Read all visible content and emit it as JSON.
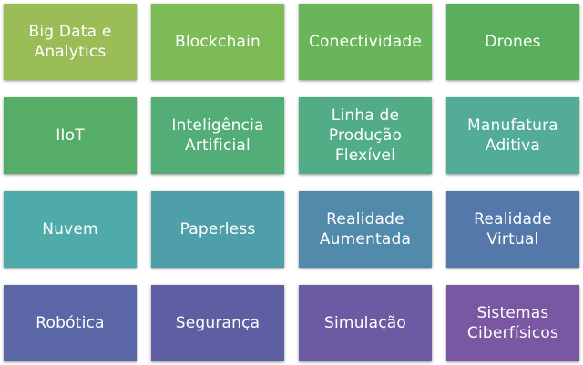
{
  "tiles": [
    {
      "label": "Big Data e\nAnalytics",
      "color": "#9bbd58"
    },
    {
      "label": "Blockchain",
      "color": "#7dbb58"
    },
    {
      "label": "Conectividade",
      "color": "#69b55a"
    },
    {
      "label": "Drones",
      "color": "#5aaf5c"
    },
    {
      "label": "IIoT",
      "color": "#55ad67"
    },
    {
      "label": "Inteligência\nArtificial",
      "color": "#52ad77"
    },
    {
      "label": "Linha de\nProdução\nFlexível",
      "color": "#52ad87"
    },
    {
      "label": "Manufatura\nAditiva",
      "color": "#52ac98"
    },
    {
      "label": "Nuvem",
      "color": "#4eabaa"
    },
    {
      "label": "Paperless",
      "color": "#4f9fab"
    },
    {
      "label": "Realidade\nAumentada",
      "color": "#528aab"
    },
    {
      "label": "Realidade\nVirtual",
      "color": "#5478a9"
    },
    {
      "label": "Robótica",
      "color": "#5a66a5"
    },
    {
      "label": "Segurança",
      "color": "#5e5fa2"
    },
    {
      "label": "Simulação",
      "color": "#6c5ba2"
    },
    {
      "label": "Sistemas\nCiberfísicos",
      "color": "#7a57a2"
    }
  ]
}
